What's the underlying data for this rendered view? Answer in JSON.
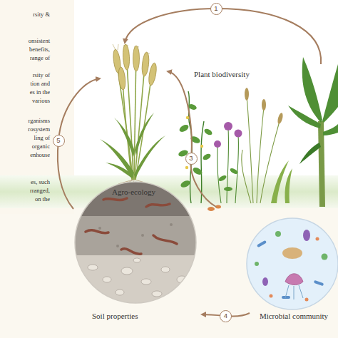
{
  "diagram": {
    "nodes": [
      {
        "text": [
          "Agro-ecology"
        ]
      },
      {
        "text": [
          "Plant biodiversity"
        ]
      },
      {
        "text": [
          "Soil properties"
        ]
      },
      {
        "text": [
          "Microbial community"
        ]
      }
    ],
    "edges": [
      {
        "from": 1,
        "to": 0,
        "arrow": "to",
        "label": "1"
      },
      {
        "from": 1,
        "to": 0,
        "arrow": "to",
        "label": "3"
      },
      {
        "from": 3,
        "to": 2,
        "arrow": "to",
        "label": "4"
      },
      {
        "from": 2,
        "to": 0,
        "arrow": "to",
        "label": "5"
      }
    ],
    "labels": [
      "rsity &",
      "onsistent",
      "benefits,",
      "range of",
      "rsity of",
      "tion and",
      "es in the",
      "various",
      "rganisms",
      "rosystem",
      "ling of",
      "organic",
      "enhouse",
      "es, such",
      "rranged,",
      "on the"
    ]
  }
}
